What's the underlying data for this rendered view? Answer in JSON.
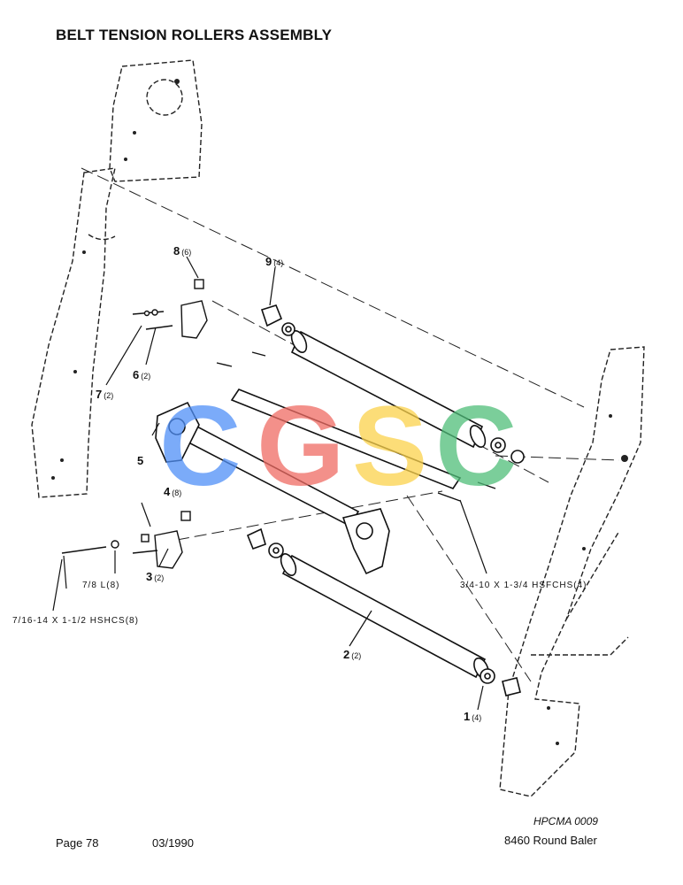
{
  "header": {
    "title": "BELT TENSION ROLLERS ASSEMBLY"
  },
  "doc_code": "HPCMA 0009",
  "footer": {
    "page": "Page 78",
    "date": "03/1990",
    "model": "8460 Round Baler"
  },
  "watermark": {
    "letters": [
      "C",
      "G",
      "S",
      "C"
    ],
    "colors": [
      "#4f8ff7",
      "#ef6b63",
      "#fbd24b",
      "#4fbe79"
    ]
  },
  "parts": [
    {
      "num": "1",
      "qty": "(4)"
    },
    {
      "num": "2",
      "qty": "(2)"
    },
    {
      "num": "3",
      "qty": "(2)"
    },
    {
      "num": "4",
      "qty": "(8)"
    },
    {
      "num": "5",
      "qty": ""
    },
    {
      "num": "6",
      "qty": "(2)"
    },
    {
      "num": "7",
      "qty": "(2)"
    },
    {
      "num": "8",
      "qty": "(6)"
    },
    {
      "num": "9",
      "qty": "(4)"
    }
  ],
  "callouts": {
    "bolt_left": "7/16-14 X 1-1/2 HSHCS(8)",
    "locknut": "7/8 L(8)",
    "bolt_right": "3/4-10 X 1-3/4 HSFCHS(4)"
  }
}
